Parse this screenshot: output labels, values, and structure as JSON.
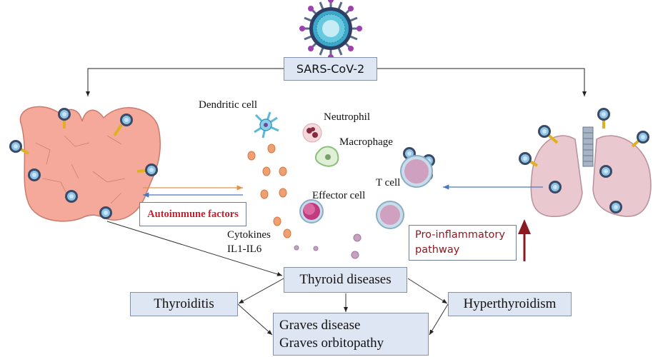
{
  "top": {
    "virus_label": "SARS-CoV-2"
  },
  "cells": {
    "dendritic": "Dendritic cell",
    "neutrophil": "Neutrophil",
    "macrophage": "Macrophage",
    "t_cell": "T cell",
    "effector": "Effector cell",
    "cytokines": "Cytokines",
    "cytokine_range": "IL1-IL6"
  },
  "factors": {
    "autoimmune": "Autoimmune factors",
    "pro_inflammatory_line1": "Pro-inflammatory",
    "pro_inflammatory_line2": "pathway"
  },
  "diseases": {
    "thyroid_diseases": "Thyroid diseases",
    "thyroiditis": "Thyroiditis",
    "hyperthyroidism": "Hyperthyroidism",
    "graves_disease": "Graves disease",
    "graves_orbitopathy": "Graves orbitopathy"
  },
  "colors": {
    "box_fill": "#dfe6f3",
    "red_text": "#c8202c",
    "dark_red": "#8b1a22",
    "thyroid": "#f5a99b",
    "lung": "#e9c8d0"
  }
}
